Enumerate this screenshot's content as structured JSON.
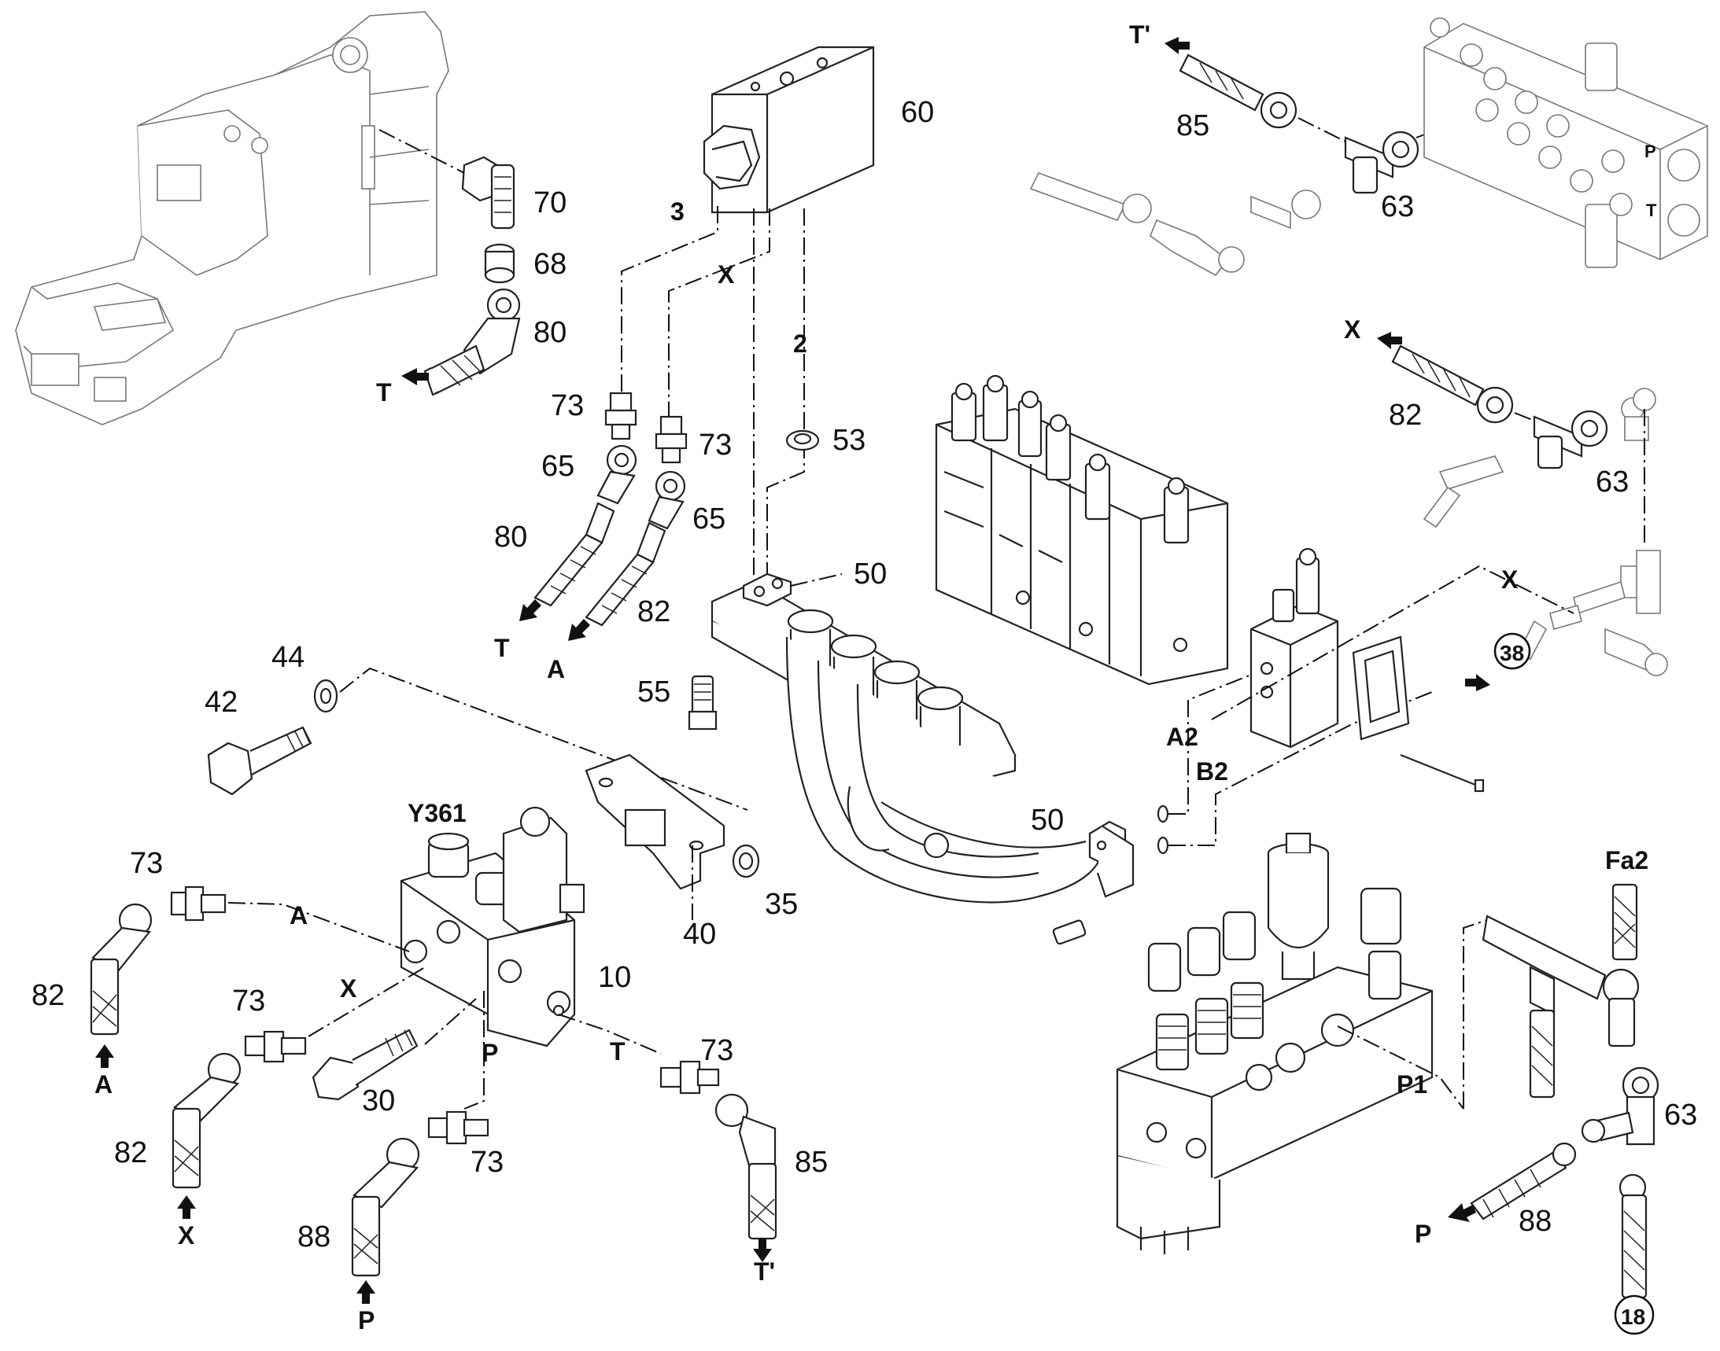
{
  "labels": {
    "n60": "60",
    "n70": "70",
    "n68": "68",
    "n80a": "80",
    "n73a": "73",
    "n73b": "73",
    "n53": "53",
    "n65a": "65",
    "n65b": "65",
    "n80b": "80",
    "n82a": "82",
    "n50a": "50",
    "n55": "55",
    "n44": "44",
    "n42": "42",
    "n50b": "50",
    "n40": "40",
    "n35": "35",
    "n73c": "73",
    "n82b": "82",
    "n73d": "73",
    "n10": "10",
    "n82c": "82",
    "n30": "30",
    "n73e": "73",
    "n73f": "73",
    "n85a": "85",
    "n88a": "88",
    "n85b": "85",
    "n63a": "63",
    "n82d": "82",
    "n63b": "63",
    "n63c": "63",
    "n88b": "88",
    "y361": "Y361",
    "t1": "T",
    "t2": "T",
    "tp1": "T'",
    "tp2": "T'",
    "a1": "A",
    "a2": "A",
    "a3": "A",
    "x1": "X",
    "x2": "X",
    "x3": "X",
    "x4": "X",
    "p1": "P",
    "p2": "P",
    "p3": "P",
    "d3": "3",
    "d2": "2",
    "a2l": "A2",
    "b2l": "B2",
    "p1l": "P1",
    "fa2": "Fa2",
    "c38": "38",
    "c18": "18",
    "pMark": "P",
    "tMark": "T"
  }
}
